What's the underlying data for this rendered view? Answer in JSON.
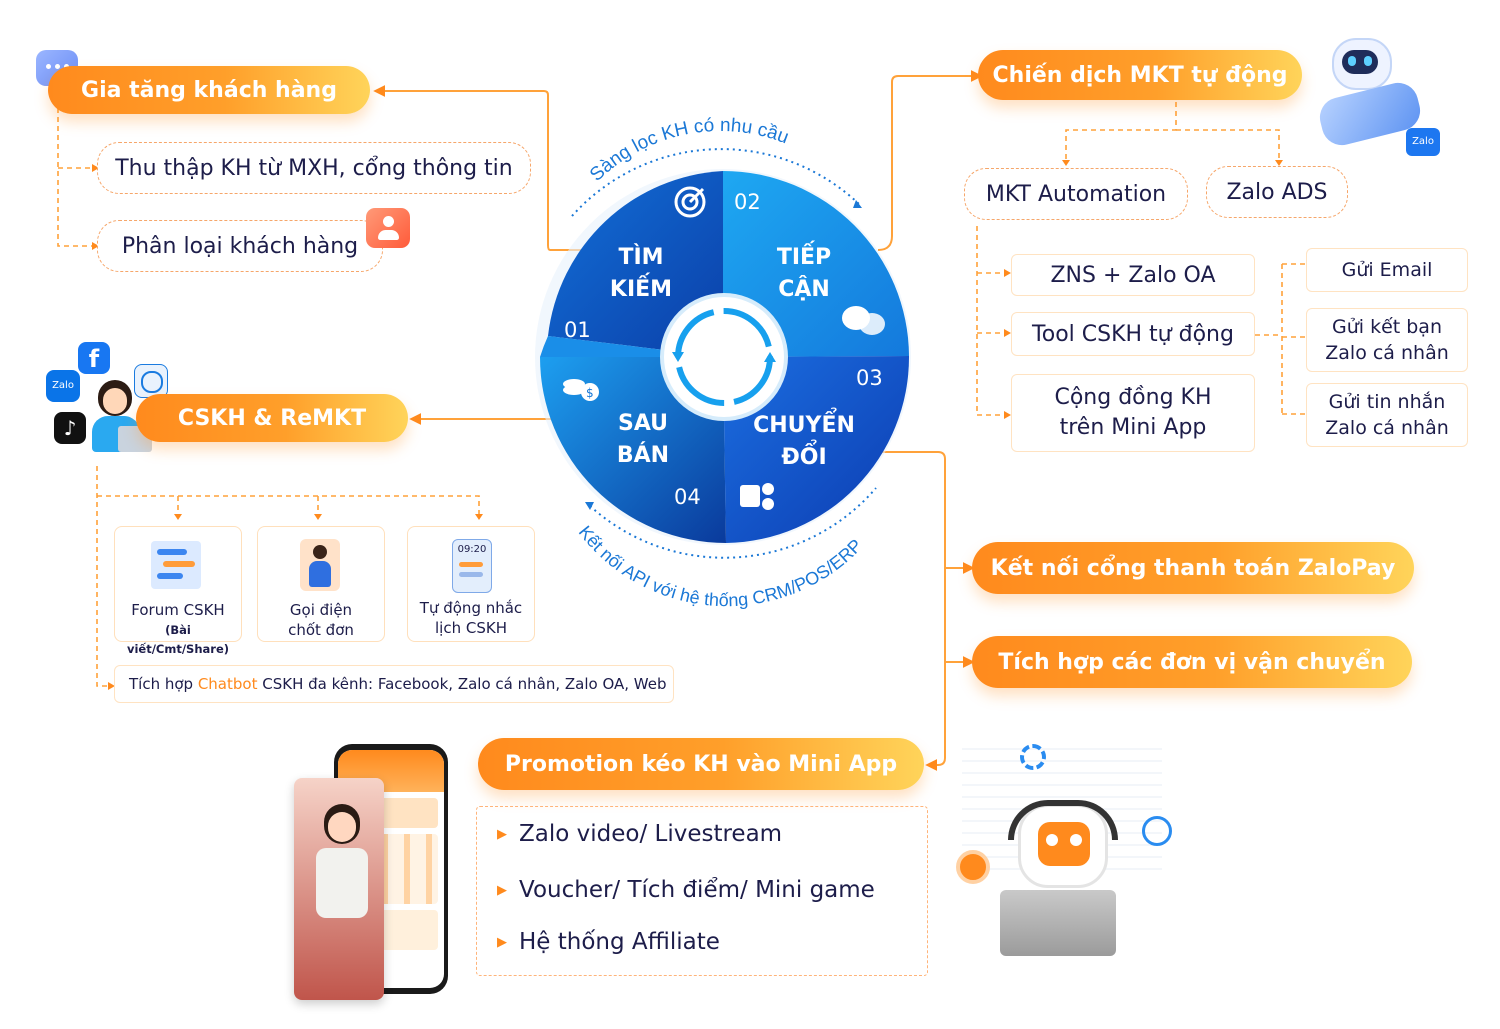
{
  "cycle": {
    "top_arc_text": "Sàng lọc KH có nhu cầu",
    "bottom_arc_text": "Kết nối API với hệ thống CRM/POS/ERP",
    "segments": [
      {
        "num": "01",
        "line1": "TÌM",
        "line2": "KIẾM"
      },
      {
        "num": "02",
        "line1": "TIẾP",
        "line2": "CẬN"
      },
      {
        "num": "03",
        "line1": "CHUYỂN",
        "line2": "ĐỔI"
      },
      {
        "num": "04",
        "line1": "SAU",
        "line2": "BÁN"
      }
    ]
  },
  "left_top": {
    "title": "Gia tăng khách hàng",
    "items": [
      "Thu thập KH từ MXH, cổng thông tin",
      "Phân loại khách hàng"
    ]
  },
  "left_mid": {
    "title": "CSKH & ReMKT",
    "cards": [
      {
        "label": "Forum CSKH",
        "sub": "(Bài viết/Cmt/Share)",
        "icon": "forum-icon"
      },
      {
        "label": "Gọi điện",
        "label2": "chốt đơn",
        "icon": "phone-call-icon"
      },
      {
        "label": "Tự động nhắc",
        "label2": "lịch CSKH",
        "icon": "reminder-icon",
        "clock": "09:20"
      }
    ],
    "chatbot": {
      "prefix": "Tích hợp ",
      "highlight": "Chatbot",
      "suffix": " CSKH đa kênh: Facebook, Zalo cá nhân, Zalo OA, Web"
    },
    "social_icons": {
      "facebook": "f",
      "zalo": "Zalo"
    }
  },
  "right_top": {
    "title": "Chiến dịch MKT tự động",
    "branches": [
      "MKT Automation",
      "Zalo ADS"
    ],
    "items": [
      "ZNS + Zalo OA",
      "Tool CSKH tự động",
      "Cộng đồng KH",
      "trên Mini App"
    ],
    "sub_items": [
      "Gửi Email",
      "Gửi kết bạn",
      "Zalo cá nhân",
      "Gửi tin nhắn",
      "Zalo cá nhân"
    ],
    "robot_badge": "Zalo"
  },
  "right_mid": {
    "items": [
      "Kết nối cổng thanh toán ZaloPay",
      "Tích hợp các đơn vị vận chuyển"
    ]
  },
  "bottom": {
    "title": "Promotion kéo KH vào Mini App",
    "bullets": [
      "Zalo video/ Livestream",
      "Voucher/ Tích điểm/ Mini game",
      "Hệ thống Affiliate"
    ]
  },
  "colors": {
    "orange": "#ff8a1d",
    "blue_dark": "#0b3fa8",
    "blue_light": "#19a6f2",
    "text": "#1d1d4a"
  }
}
